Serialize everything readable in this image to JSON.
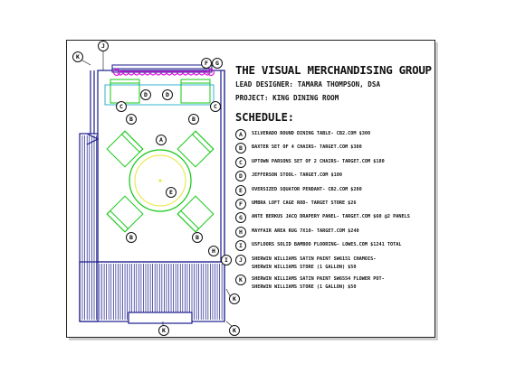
{
  "title_block": {
    "company": "THE VISUAL MERCHANDISING GROUP",
    "lead_designer": "LEAD DESIGNER: TAMARA THOMPSON, DSA",
    "project": "PROJECT: KING DINING ROOM",
    "schedule_heading": "SCHEDULE:"
  },
  "schedule": [
    {
      "key": "A",
      "text": "SILVERADO ROUND DINING TABLE- CB2.COM $300"
    },
    {
      "key": "B",
      "text": "BAXTER SET OF 4 CHAIRS- TARGET.COM $380"
    },
    {
      "key": "C",
      "text": "UPTOWN PARSONS SET OF 2 CHAIRS- TARGET.COM $180"
    },
    {
      "key": "D",
      "text": "JEFFERSON STOOL- TARGET.COM $100"
    },
    {
      "key": "E",
      "text": "OVERSIZED SQUATOR PENDANT- CB2.COM $280"
    },
    {
      "key": "F",
      "text": "UMBRA LOFT CAGE ROD- TARGET STORE $26"
    },
    {
      "key": "G",
      "text": "ANTE BERKUS JACQ DRAPERY PANEL- TARGET.COM $60 @2 PANELS"
    },
    {
      "key": "H",
      "text": "MAYFAIR AREA RUG 7X10- TARGET.COM $240"
    },
    {
      "key": "I",
      "text": "USFLOORS SOLID BAMBOO FLOORING- LOWES.COM $1241 TOTAL"
    },
    {
      "key": "J",
      "text": "SHERWIN WILLIAMS SATIN PAINT SW6151 CHAMOIS-",
      "text2": "SHERWIN WILLIAMS STORE (1 GALLON) $50"
    },
    {
      "key": "K",
      "text": "SHERWIN WILLIAMS SATIN PAINT SW6554 FLOWER POT-",
      "text2": "SHERWIN WILLIAMS STORE (1 GALLON) $50"
    }
  ],
  "plan_callouts": {
    "j_top": "J",
    "k_topleft": "K",
    "f_top": "F",
    "g_top": "G",
    "c_left": "C",
    "c_right": "C",
    "d_left": "D",
    "d_right": "D",
    "b_upper_left": "B",
    "b_upper_right": "B",
    "b_lower_left": "B",
    "b_lower_right": "B",
    "a_table": "A",
    "e_pendant": "E",
    "h_rug": "H",
    "i_floor": "I",
    "k_right": "K",
    "k_bottom_left": "K",
    "k_bottom_right": "K"
  },
  "colors": {
    "wall": "#1a1a8c",
    "furniture": "#14c814",
    "drapery": "#e020e0",
    "pendant": "#e6e632",
    "cabinet": "#00a0c8",
    "ink": "#111111",
    "paper_shadow": "#cfcfcf"
  }
}
